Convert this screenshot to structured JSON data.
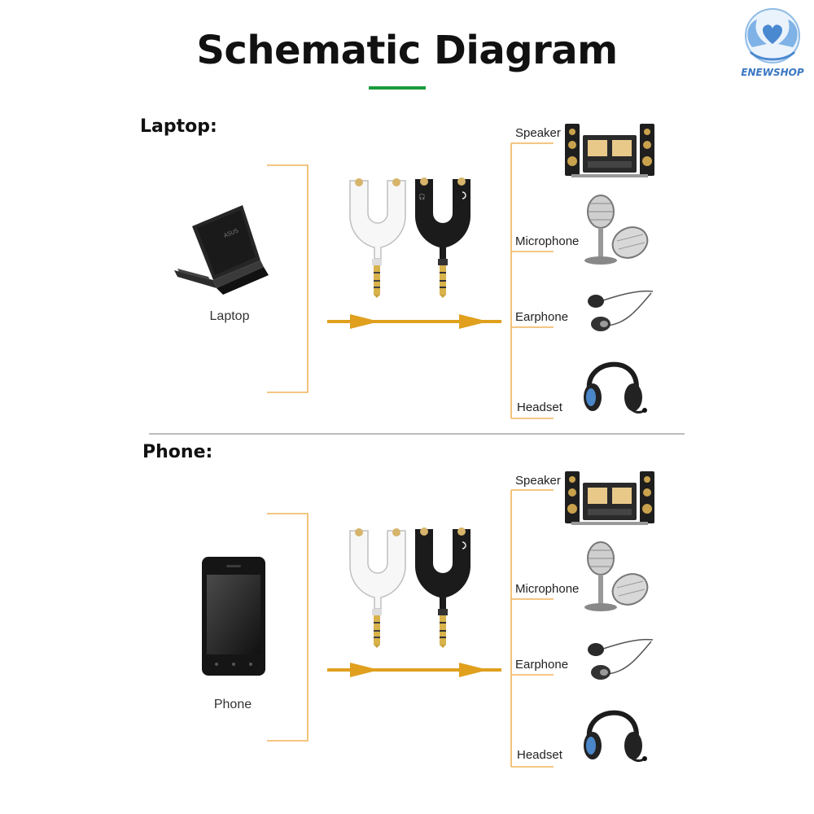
{
  "header": {
    "title": "Schematic Diagram",
    "brand": "ENEWSHOP",
    "accent_color": "#1a9c3c",
    "line_color": "#f0b45a",
    "arrow_color": "#e0a01e"
  },
  "sections": [
    {
      "title": "Laptop:",
      "source_label": "Laptop",
      "source_icon": "laptop-icon",
      "devices": [
        {
          "label": "Speaker",
          "icon": "speaker-icon"
        },
        {
          "label": "Microphone",
          "icon": "microphone-icon"
        },
        {
          "label": "Earphone",
          "icon": "earphone-icon"
        },
        {
          "label": "Headset",
          "icon": "headset-icon"
        }
      ]
    },
    {
      "title": "Phone:",
      "source_label": "Phone",
      "source_icon": "phone-icon",
      "devices": [
        {
          "label": "Speaker",
          "icon": "speaker-icon"
        },
        {
          "label": "Microphone",
          "icon": "microphone-icon"
        },
        {
          "label": "Earphone",
          "icon": "earphone-icon"
        },
        {
          "label": "Headset",
          "icon": "headset-icon"
        }
      ]
    }
  ]
}
